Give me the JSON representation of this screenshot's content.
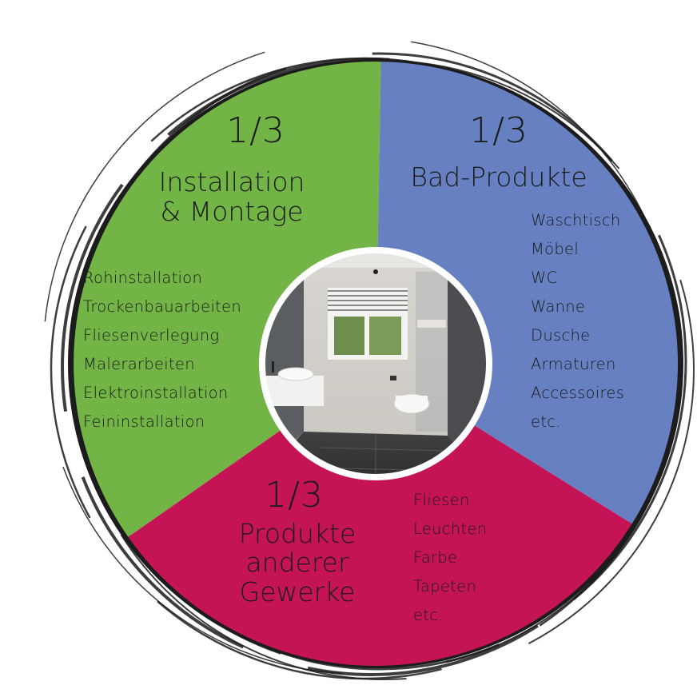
{
  "colors": {
    "green": "#72b445",
    "blue": "#6680c2",
    "magenta": "#c41456",
    "ring": "#1c1c1c"
  },
  "segments": [
    {
      "id": "installation",
      "fraction": "1/3",
      "heading_lines": [
        "Installation",
        "& Montage"
      ],
      "items": [
        "Rohinstallation",
        "Trockenbauarbeiten",
        "Fliesenverlegung",
        "Malerarbeiten",
        "Elektroinstallation",
        "Feininstallation"
      ]
    },
    {
      "id": "bad-produkte",
      "fraction": "1/3",
      "heading_lines": [
        "Bad-Produkte"
      ],
      "items": [
        "Waschtisch",
        "Möbel",
        "WC",
        "Wanne",
        "Dusche",
        "Armaturen",
        "Accessoires",
        "etc."
      ]
    },
    {
      "id": "andere-gewerke",
      "fraction": "1/3",
      "heading_lines": [
        "Produkte",
        "anderer",
        "Gewerke"
      ],
      "items": [
        "Fliesen",
        "Leuchten",
        "Farbe",
        "Tapeten",
        "etc."
      ]
    }
  ],
  "center_image": {
    "icon": "bathroom-photo"
  }
}
